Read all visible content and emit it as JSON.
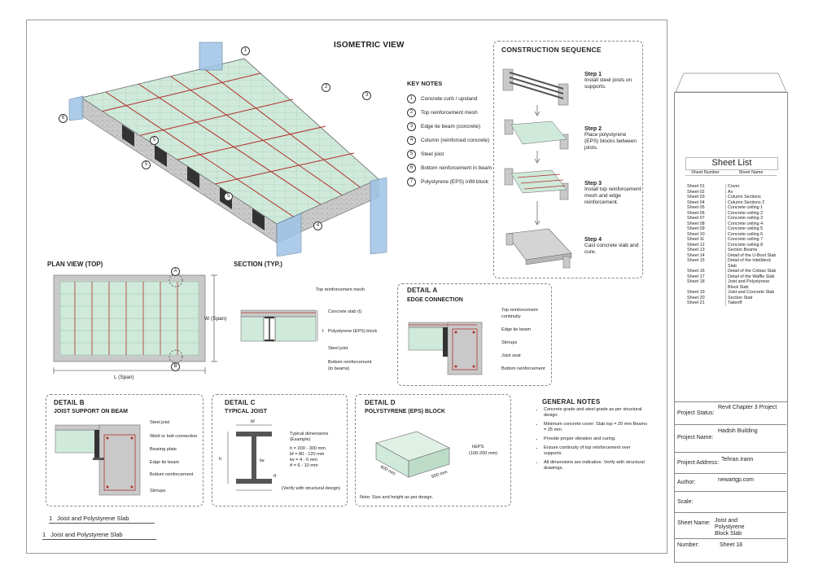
{
  "isometric": {
    "title": "ISOMETRIC VIEW",
    "callouts": [
      "1",
      "2",
      "3",
      "4",
      "5",
      "5",
      "6",
      "5"
    ]
  },
  "key_notes": {
    "title": "KEY NOTES",
    "items": [
      {
        "num": "1",
        "text": "Concrete curb / upstand"
      },
      {
        "num": "2",
        "text": "Top reinforcement mesh"
      },
      {
        "num": "3",
        "text": "Edge tie beam (concrete)"
      },
      {
        "num": "4",
        "text": "Column (reinforced concrete)"
      },
      {
        "num": "5",
        "text": "Steel joist"
      },
      {
        "num": "6",
        "text": "Bottom reinforcement in beam"
      },
      {
        "num": "7",
        "text": "Polystyrene (EPS) infill block"
      }
    ]
  },
  "construction": {
    "title": "CONSTRUCTION SEQUENCE",
    "steps": [
      {
        "title": "Step 1",
        "text": "Install steel joists on supports."
      },
      {
        "title": "Step 2",
        "text": "Place polystyrene (EPS) blocks between joists."
      },
      {
        "title": "Step 3",
        "text": "Install top reinforcement mesh and edge reinforcement."
      },
      {
        "title": "Step 4",
        "text": "Cast concrete slab and cure."
      }
    ]
  },
  "plan": {
    "title": "PLAN VIEW (TOP)",
    "marker_a": "A",
    "marker_b": "B",
    "w_label": "W (Span)",
    "l_label": "L (Span)"
  },
  "section": {
    "title": "SECTION (TYP.)",
    "labels": [
      "Top reinforcement mesh",
      "Concrete slab (t)",
      "Polystyrene (EPS) block",
      "Steel joist",
      "Bottom reinforcement",
      "(in beams)"
    ],
    "t_label": "t"
  },
  "detail_a": {
    "title": "DETAIL A",
    "subtitle": "EDGE CONNECTION",
    "labels": [
      "Top reinforcement",
      "continuity",
      "Edge tie beam",
      "Stirrups",
      "Joist seat",
      "Bottom reinforcement"
    ]
  },
  "detail_b": {
    "title": "DETAIL B",
    "subtitle": "JOIST SUPPORT ON BEAM",
    "labels": [
      "Steel joist",
      "Weld or bolt connection",
      "Bearing plate",
      "Edge tie beam",
      "Bottom reinforcement",
      "Stirrups"
    ]
  },
  "detail_c": {
    "title": "DETAIL C",
    "subtitle": "TYPICAL JOIST",
    "dims_title": "Typical dimensions",
    "dims_example": "(Example)",
    "dims": [
      "h = 200 - 300 mm",
      "bf = 80 - 120 mm",
      "tw = 4 - 6 mm",
      "tf = 6 - 10 mm"
    ],
    "verify": "(Verify with structural design)",
    "h": "h",
    "b": "bf",
    "tw": "tw",
    "tf": "tf"
  },
  "detail_d": {
    "title": "DETAIL D",
    "subtitle": "POLYSTYRENE (EPS) BLOCK",
    "h_label": "hEPS",
    "h_range": "(100-200 mm)",
    "w1": "600 mm",
    "w2": "500 mm",
    "note": "Note: Size and height as per design."
  },
  "general_notes": {
    "title": "GENERAL NOTES",
    "items": [
      "Concrete grade and steel grade as per structural design.",
      "Minimum concrete cover: Slab top = 20 mm Beams = 25 mm",
      "Provide proper vibration and curing.",
      "Ensure continuity of top reinforcement over supports.",
      "All dimensions are indicative. Verify with structural drawings."
    ]
  },
  "view_titles": [
    {
      "num": "1",
      "text": "Joist and Polystyrene Slab"
    },
    {
      "num": "1",
      "text": "Joist and Polystyrene Slab"
    }
  ],
  "sheet_list": {
    "title": "Sheet List",
    "col1": "Sheet Number",
    "col2": "Sheet Name",
    "rows": [
      [
        "Sheet 01",
        "Cover"
      ],
      [
        "Sheet 02",
        "Ax"
      ],
      [
        "Sheet 03",
        "Column Sections"
      ],
      [
        "Sheet 04",
        "Column Sections 2"
      ],
      [
        "Sheet 05",
        "Concrete ceiling 1"
      ],
      [
        "Sheet 06",
        "Concrete ceiling 2"
      ],
      [
        "Sheet 07",
        "Concrete ceiling 3"
      ],
      [
        "Sheet 08",
        "Concrete ceiling 4"
      ],
      [
        "Sheet 09",
        "Concrete ceiling 5"
      ],
      [
        "Sheet 10",
        "Concrete ceiling 6"
      ],
      [
        "Sheet 11",
        "Concrete ceiling 7"
      ],
      [
        "Sheet 12",
        "Concrete ceiling 8"
      ],
      [
        "Sheet 13",
        "Section Beams"
      ],
      [
        "Sheet 14",
        "Detail of the U-Boot Slab"
      ],
      [
        "Sheet 15",
        "Detail of the Intelldeck Slab"
      ],
      [
        "Sheet 16",
        "Detail of the Cobiax Slab"
      ],
      [
        "Sheet 17",
        "Detail of the Waffle Slab"
      ],
      [
        "Sheet 18",
        "Joist and Polystyrene Block Slab"
      ],
      [
        "Sheet 19",
        "Joist and Concrete Slab"
      ],
      [
        "Sheet 20",
        "Section Stair"
      ],
      [
        "Sheet 21",
        "Takeoff"
      ]
    ]
  },
  "title_block": {
    "project_status_label": "Project Status:",
    "project_status": "Revit Chapter 3 Project",
    "project_name_label": "Project Name:",
    "project_name": "Hadish Building",
    "project_address_label": "Project Address:",
    "project_address": "Tehran.Irann",
    "author_label": "Author:",
    "author": "newartgp.com",
    "scale_label": "Scale:",
    "sheet_name_label": "Sheet Name:",
    "sheet_name": "Joist and Polystyrene Block Slab",
    "number_label": "Number:",
    "number": "Sheet 18"
  },
  "colors": {
    "eps_green": "#cfe9da",
    "rebar_red": "#b0302a",
    "concrete_gray": "#c9c9c9",
    "column_blue": "#9fc4e6"
  }
}
